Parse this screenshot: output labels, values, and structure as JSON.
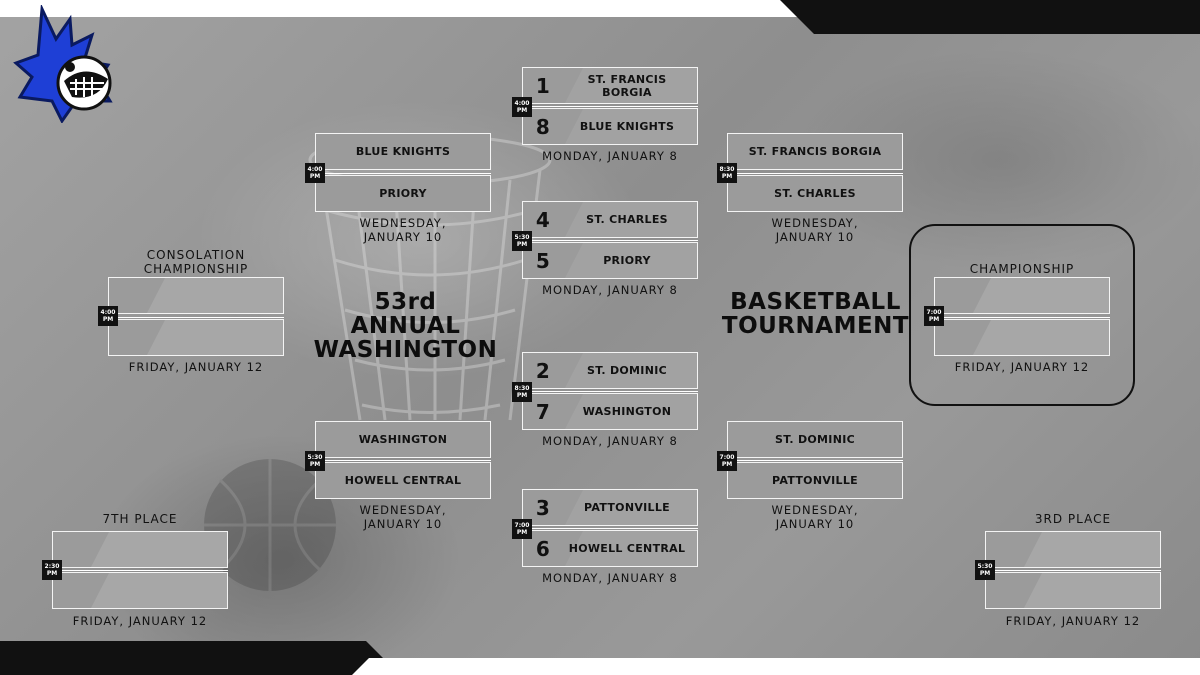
{
  "title": {
    "line1": "53rd",
    "line2": "ANNUAL",
    "line3": "WASHINGTON",
    "line4": "BASKETBALL",
    "line5": "TOURNAMENT"
  },
  "colors": {
    "background": "#8f8f8f",
    "accent": "#111111",
    "logo_blue": "#1e3fd6"
  },
  "logo": {
    "icon": "bluejay-mascot-icon"
  },
  "first_round": [
    {
      "time_line1": "4:00",
      "time_line2": "PM",
      "top_seed": "1",
      "top_team": "ST. FRANCIS BORGIA",
      "bottom_seed": "8",
      "bottom_team": "BLUE KNIGHTS",
      "date": "MONDAY, JANUARY 8"
    },
    {
      "time_line1": "5:30",
      "time_line2": "PM",
      "top_seed": "4",
      "top_team": "ST. CHARLES",
      "bottom_seed": "5",
      "bottom_team": "PRIORY",
      "date": "MONDAY, JANUARY 8"
    },
    {
      "time_line1": "8:30",
      "time_line2": "PM",
      "top_seed": "2",
      "top_team": "ST. DOMINIC",
      "bottom_seed": "7",
      "bottom_team": "WASHINGTON",
      "date": "MONDAY, JANUARY 8"
    },
    {
      "time_line1": "7:00",
      "time_line2": "PM",
      "top_seed": "3",
      "top_team": "PATTONVILLE",
      "bottom_seed": "6",
      "bottom_team": "HOWELL CENTRAL",
      "date": "MONDAY, JANUARY 8"
    }
  ],
  "consolation_semis": [
    {
      "time_line1": "4:00",
      "time_line2": "PM",
      "top_team": "BLUE KNIGHTS",
      "bottom_team": "PRIORY",
      "date_line1": "WEDNESDAY,",
      "date_line2": "JANUARY 10"
    },
    {
      "time_line1": "5:30",
      "time_line2": "PM",
      "top_team": "WASHINGTON",
      "bottom_team": "HOWELL CENTRAL",
      "date_line1": "WEDNESDAY,",
      "date_line2": "JANUARY 10"
    }
  ],
  "semis": [
    {
      "time_line1": "8:30",
      "time_line2": "PM",
      "top_team": "ST. FRANCIS BORGIA",
      "bottom_team": "ST. CHARLES",
      "date_line1": "WEDNESDAY,",
      "date_line2": "JANUARY 10"
    },
    {
      "time_line1": "7:00",
      "time_line2": "PM",
      "top_team": "ST. DOMINIC",
      "bottom_team": "PATTONVILLE",
      "date_line1": "WEDNESDAY,",
      "date_line2": "JANUARY 10"
    }
  ],
  "finals": {
    "consolation": {
      "label_line1": "CONSOLATION",
      "label_line2": "CHAMPIONSHIP",
      "time_line1": "4:00",
      "time_line2": "PM",
      "date": "FRIDAY, JANUARY 12"
    },
    "championship": {
      "label": "CHAMPIONSHIP",
      "time_line1": "7:00",
      "time_line2": "PM",
      "date": "FRIDAY, JANUARY 12"
    },
    "seventh": {
      "label": "7TH PLACE",
      "time_line1": "2:30",
      "time_line2": "PM",
      "date": "FRIDAY, JANUARY 12"
    },
    "third": {
      "label": "3RD PLACE",
      "time_line1": "5:30",
      "time_line2": "PM",
      "date": "FRIDAY, JANUARY 12"
    }
  }
}
